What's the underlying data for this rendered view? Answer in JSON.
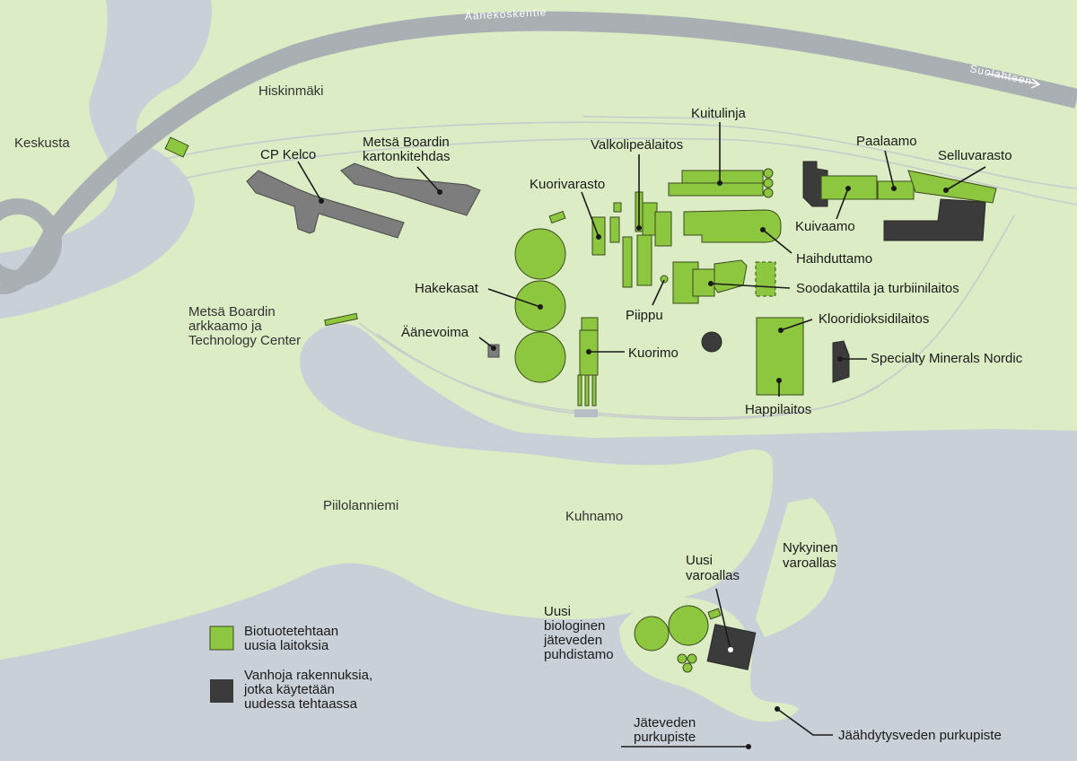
{
  "colors": {
    "water": "#c9d0d8",
    "land": "#dcecc4",
    "road": "#a9afb3",
    "new_building": "#8dc63f",
    "old_building": "#3b3b3b",
    "other_building": "#7d7d7d"
  },
  "roads": {
    "aanekoskentie": "Äänekoskentie",
    "suolahteen": "Suolahteen"
  },
  "places": {
    "keskusta": "Keskusta",
    "hiskinmaki": "Hiskinmäki",
    "arkkaamo": [
      "Metsä Boardin",
      "arkkaamo ja",
      "Technology Center"
    ],
    "piilolanniemi": "Piilolanniemi",
    "kuhnamo": "Kuhnamo"
  },
  "buildings": {
    "cp_kelco": "CP Kelco",
    "kartonkitehdas": [
      "Metsä Boardin",
      "kartonkitehdas"
    ],
    "kuitulinja": "Kuitulinja",
    "valkolipealaitos": "Valkolipeälaitos",
    "kuorivarasto": "Kuorivarasto",
    "paalaamo": "Paalaamo",
    "selluvarasto": "Selluvarasto",
    "kuivaamo": "Kuivaamo",
    "haihduttamo": "Haihduttamo",
    "hakekasat": "Hakekasat",
    "soodakattila": "Soodakattila ja turbiinilaitos",
    "piippu": "Piippu",
    "aanevoima": "Äänevoima",
    "kuorimo": "Kuorimo",
    "klooridioksidilaitos": "Klooridioksidilaitos",
    "specialty_minerals": "Specialty Minerals Nordic",
    "happilaitos": "Happilaitos",
    "uusi_varoallas": [
      "Uusi",
      "varoallas"
    ],
    "nykyinen_varoallas": [
      "Nykyinen",
      "varoallas"
    ],
    "puhdistamo": [
      "Uusi",
      "biologinen",
      "jäteveden",
      "puhdistamo"
    ],
    "jateveden_purkupiste": [
      "Jäteveden",
      "purkupiste"
    ],
    "jaahdytysveden_purkupiste": "Jäähdytysveden purkupiste"
  },
  "legend": {
    "new": [
      "Biotuotetehtaan",
      "uusia laitoksia"
    ],
    "old": [
      "Vanhoja rakennuksia,",
      "jotka käytetään",
      "uudessa tehtaassa"
    ]
  }
}
